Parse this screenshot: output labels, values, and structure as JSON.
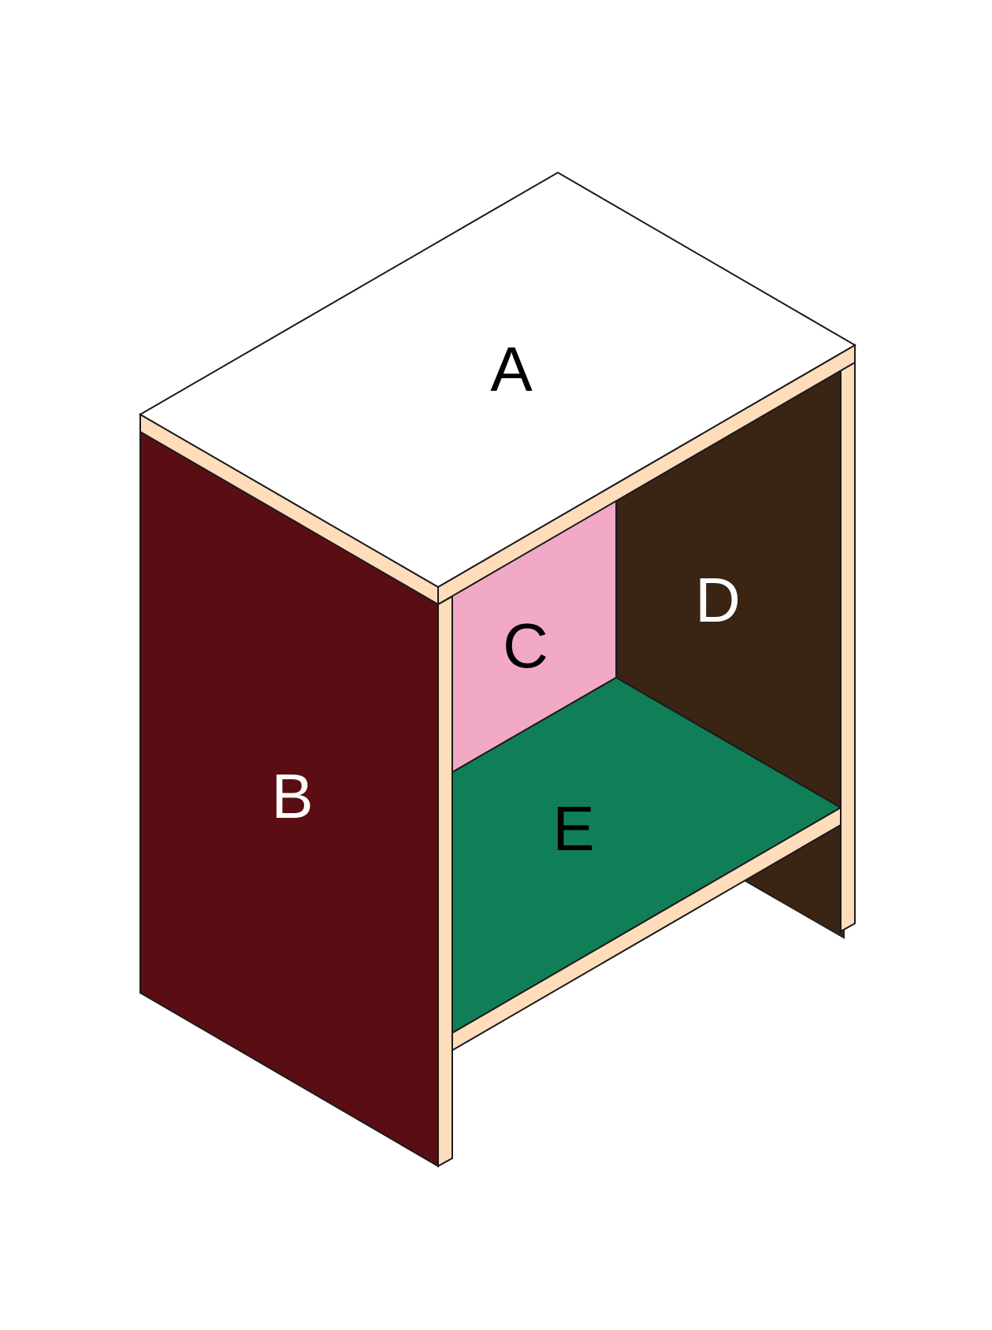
{
  "panels": {
    "top": {
      "label": "A",
      "fill": "#FFFFFF",
      "text_color": "#000000"
    },
    "left_side": {
      "label": "B",
      "fill": "#5A0E13",
      "text_color": "#FFFFFF"
    },
    "back_left": {
      "label": "C",
      "fill": "#F2A9C6",
      "text_color": "#000000"
    },
    "back_right": {
      "label": "D",
      "fill": "#3A2413",
      "text_color": "#FFFFFF"
    },
    "shelf": {
      "label": "E",
      "fill": "#107F58",
      "text_color": "#000000"
    }
  },
  "colors": {
    "edge": "#FFDDBB",
    "outline": "#1A1A1A",
    "background": "#FFFFFF"
  }
}
